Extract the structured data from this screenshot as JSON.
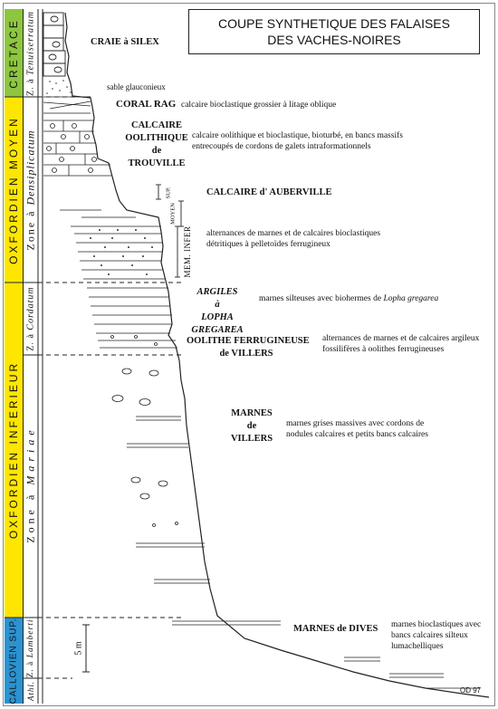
{
  "title": {
    "line1": "COUPE SYNTHETIQUE DES FALAISES",
    "line2": "DES VACHES-NOIRES"
  },
  "stages": {
    "cretace": {
      "label": "CRETACE",
      "color": "#8dc63f"
    },
    "oxfordien_moyen": {
      "label": "OXFORDIEN    MOYEN",
      "color": "#ffe600"
    },
    "oxfordien_inferieur": {
      "label": "OXFORDIEN    INFERIEUR",
      "color": "#ffe600"
    },
    "callovien_sup": {
      "label": "CALLOVIEN SUP.",
      "color": "#2b93d1"
    }
  },
  "zones": {
    "tenuiserratum": {
      "prefix": "Z. à",
      "name": "Tenuiserratum"
    },
    "densiplicatum": {
      "prefix": "Zone  à",
      "name": "Densiplicatum"
    },
    "cordatum": {
      "prefix": "Z. à",
      "name": "Cordatum"
    },
    "mariae": {
      "prefix": "Zone    à",
      "name": "M a r i a e"
    },
    "lamberti": {
      "prefix": "Z. à",
      "name": "Lamberti"
    },
    "athl": {
      "label": "Athl."
    }
  },
  "units": {
    "craie": "CRAIE à SILEX",
    "sable": "sable glauconieux",
    "coral_rag": "CORAL RAG",
    "calcaire_trouville": [
      "CALCAIRE",
      "OOLITHIQUE",
      "de",
      "TROUVILLE"
    ],
    "calcaire_auberville": "CALCAIRE d' AUBERVILLE",
    "argiles_lopha": [
      "ARGILES",
      "à",
      "LOPHA",
      "GREGAREA"
    ],
    "oolithe_villers": [
      "OOLITHE FERRUGINEUSE",
      "de  VILLERS"
    ],
    "marnes_villers": [
      "MARNES",
      "de",
      "VILLERS"
    ],
    "marnes_dives": "MARNES de DIVES"
  },
  "descriptions": {
    "coral_rag": "calcaire bioclastique grossier à litage oblique",
    "trouville": "calcaire oolithique et bioclastique, bioturbé, en bancs massifs entrecoupés de cordons de galets intraformationnels",
    "auberville": "alternances de marnes et de calcaires bioclastiques détritiques à pelletoïdes ferrugineux",
    "lopha_prefix": "marnes silteuses avec biohermes de ",
    "lopha_species": "Lopha gregarea",
    "oolithe": "alternances de marnes et de calcaires argileux fossilifères à oolithes ferrugineuses",
    "villers": "marnes grises massives avec cordons de nodules calcaires et petits bancs calcaires",
    "dives": "marnes bioclastiques avec bancs calcaires silteux lumachelliques"
  },
  "members": {
    "sup": "SUP.",
    "moyen": "MOYEN",
    "inf": "MEM. INFER"
  },
  "scale": "5 m",
  "credit": "OD 97"
}
